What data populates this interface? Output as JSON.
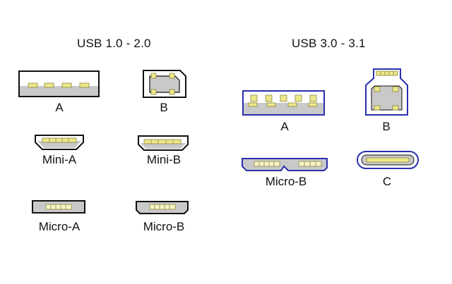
{
  "colors": {
    "outline": "#111111",
    "outline_v3": "#2a2fae",
    "body_gray": "#c9c9c9",
    "pin_yellow": "#ece88a"
  },
  "headings": {
    "usb2": "USB 1.0 - 2.0",
    "usb3": "USB 3.0 - 3.1"
  },
  "usb2": {
    "a": "A",
    "b": "B",
    "mini_a": "Mini-A",
    "mini_b": "Mini-B",
    "micro_a": "Micro-A",
    "micro_b": "Micro-B"
  },
  "usb3": {
    "a": "A",
    "b": "B",
    "micro_b": "Micro-B",
    "c": "C"
  }
}
